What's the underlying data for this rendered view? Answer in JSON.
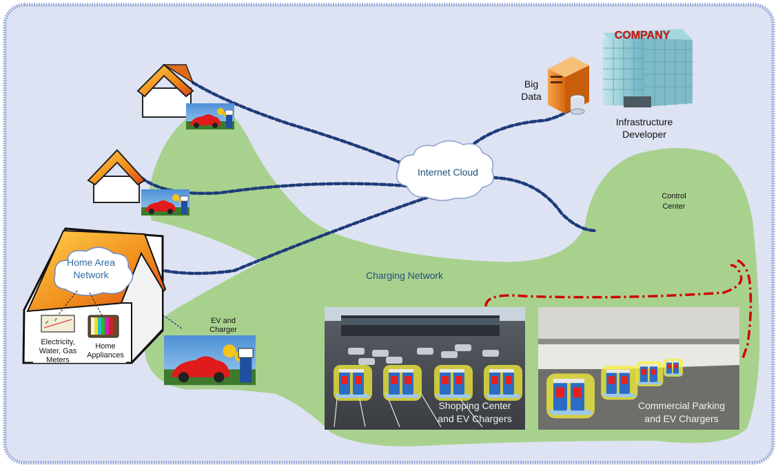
{
  "colors": {
    "background": "#dde3f3",
    "frame_border": "#9aa9d8",
    "region": "#a9d18e",
    "link_dashed": "#1f3c7a",
    "link_wireless": "#d00000",
    "text_dark": "#111111",
    "text_blue": "#1f4e79",
    "company_red": "#d9261c"
  },
  "labels": {
    "company": "COMPANY",
    "big_data_1": "Big",
    "big_data_2": "Data",
    "infra_1": "Infrastructure",
    "infra_2": "Developer",
    "internet_cloud": "Internet Cloud",
    "control_center_1": "Control",
    "control_center_2": "Center",
    "charging_network": "Charging Network",
    "han_1": "Home Area",
    "han_2": "Network",
    "meters_1": "Electricity,",
    "meters_2": "Water, Gas",
    "meters_3": "Meters",
    "appliances_1": "Home",
    "appliances_2": "Appliances",
    "ev_charger_1": "EV and",
    "ev_charger_2": "Charger",
    "shopping_1": "Shopping Center",
    "shopping_2": "and EV Chargers",
    "parking_1": "Commercial Parking",
    "parking_2": "and EV Chargers"
  },
  "icons": [
    "house-icon",
    "server-icon",
    "building-icon",
    "cloud-icon",
    "ev-car-icon",
    "ev-charger-icon",
    "meter-icon",
    "tv-icon"
  ]
}
